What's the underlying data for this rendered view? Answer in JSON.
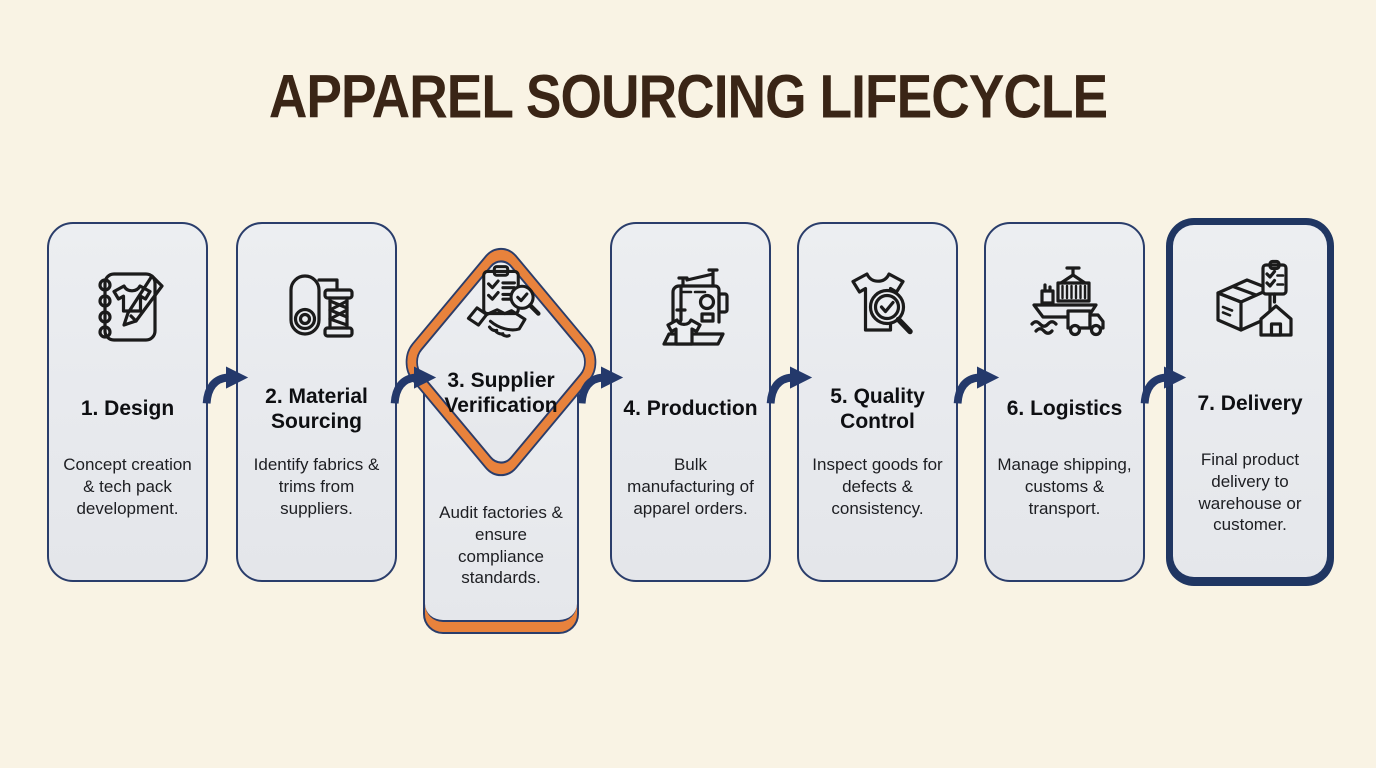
{
  "title": "APPAREL SOURCING LIFECYCLE",
  "stages": [
    {
      "title": "1. Design",
      "description": "Concept creation & tech pack development.",
      "icon": "sketchbook-tshirt-pencil",
      "shape": "rounded-card"
    },
    {
      "title": "2. Material Sourcing",
      "description": "Identify fabrics & trims from suppliers.",
      "icon": "fabric-roll-thread-spool",
      "shape": "rounded-card"
    },
    {
      "title": "3. Supplier Verification",
      "description": "Audit factories & ensure compliance standards.",
      "icon": "clipboard-handshake-magnifier",
      "shape": "diamond-highlight",
      "highlighted": true
    },
    {
      "title": "4. Production",
      "description": "Bulk manufacturing of apparel orders.",
      "icon": "sewing-machine-tshirt",
      "shape": "rounded-card"
    },
    {
      "title": "5. Quality Control",
      "description": "Inspect goods for defects & consistency.",
      "icon": "tshirt-magnifier-check",
      "shape": "rounded-card"
    },
    {
      "title": "6. Logistics",
      "description": "Manage shipping, customs & transport.",
      "icon": "cargo-ship-container-truck",
      "shape": "rounded-card"
    },
    {
      "title": "7. Delivery",
      "description": "Final product delivery to warehouse or customer.",
      "icon": "box-checklist-house",
      "shape": "rounded-card-emphasized",
      "emphasized": true
    }
  ],
  "connector": {
    "type": "curved-arrow",
    "count": 6
  },
  "colors": {
    "background": "#F9F3E4",
    "card_background": "#E9EBEE",
    "navy": "#2A3D6B",
    "orange": "#E8823C",
    "title_text": "#3A2516",
    "body_text": "#1D1E22"
  }
}
